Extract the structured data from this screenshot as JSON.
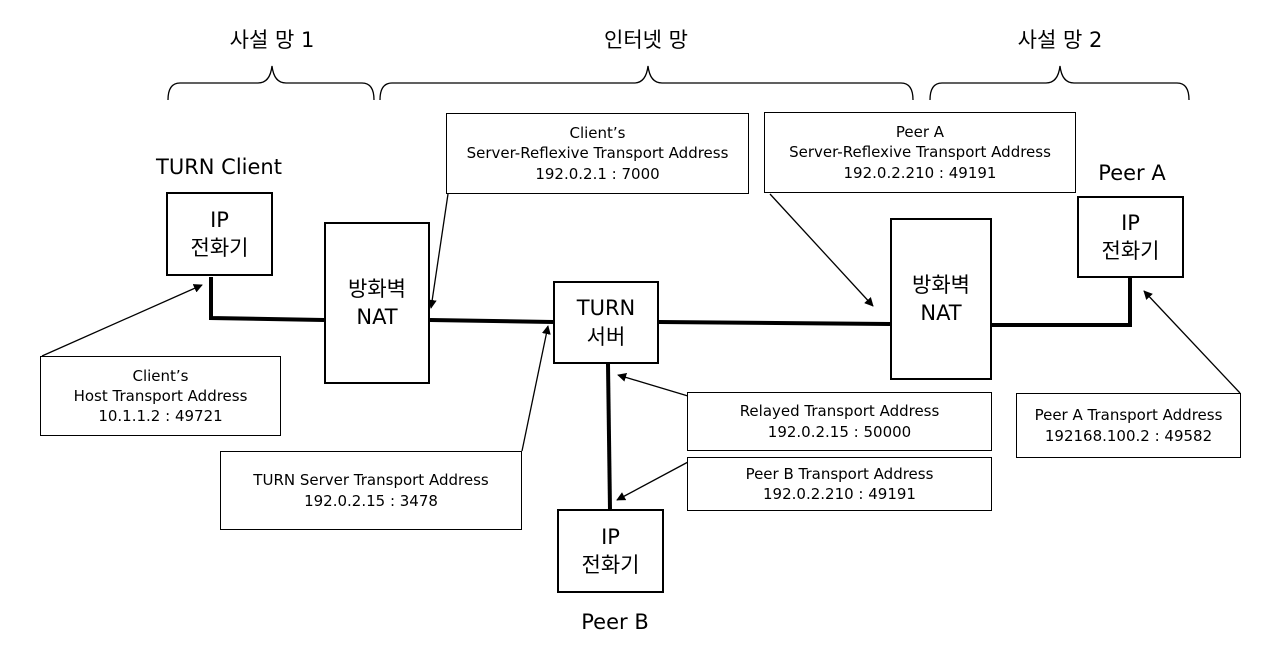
{
  "regions": {
    "private1": "사설 망 1",
    "internet": "인터넷 망",
    "private2": "사설 망 2"
  },
  "peers": {
    "client": "TURN Client",
    "peer_a": "Peer A",
    "peer_b": "Peer B"
  },
  "nodes": {
    "client_phone": [
      "IP",
      "전화기"
    ],
    "firewall_left": [
      "방화벽",
      "NAT"
    ],
    "turn_server": [
      "TURN",
      "서버"
    ],
    "firewall_right": [
      "방화벽",
      "NAT"
    ],
    "peer_a_phone": [
      "IP",
      "전화기"
    ],
    "peer_b_phone": [
      "IP",
      "전화기"
    ]
  },
  "addresses": {
    "client_host": [
      "Client’s",
      "Host Transport Address",
      "10.1.1.2 : 49721"
    ],
    "client_srflx": [
      "Client’s",
      "Server-Reflexive Transport Address",
      "192.0.2.1 : 7000"
    ],
    "peer_a_srflx": [
      "Peer A",
      "Server-Reflexive Transport Address",
      "192.0.2.210 : 49191"
    ],
    "turn_server_addr": [
      "TURN Server Transport Address",
      "192.0.2.15 : 3478"
    ],
    "relayed": [
      "Relayed Transport Address",
      "192.0.2.15 : 50000"
    ],
    "peer_b_addr": [
      "Peer B Transport Address",
      "192.0.2.210 : 49191"
    ],
    "peer_a_addr": [
      "Peer A Transport Address",
      "192168.100.2 : 49582"
    ]
  },
  "colors": {
    "line": "#000000",
    "background": "#ffffff"
  }
}
